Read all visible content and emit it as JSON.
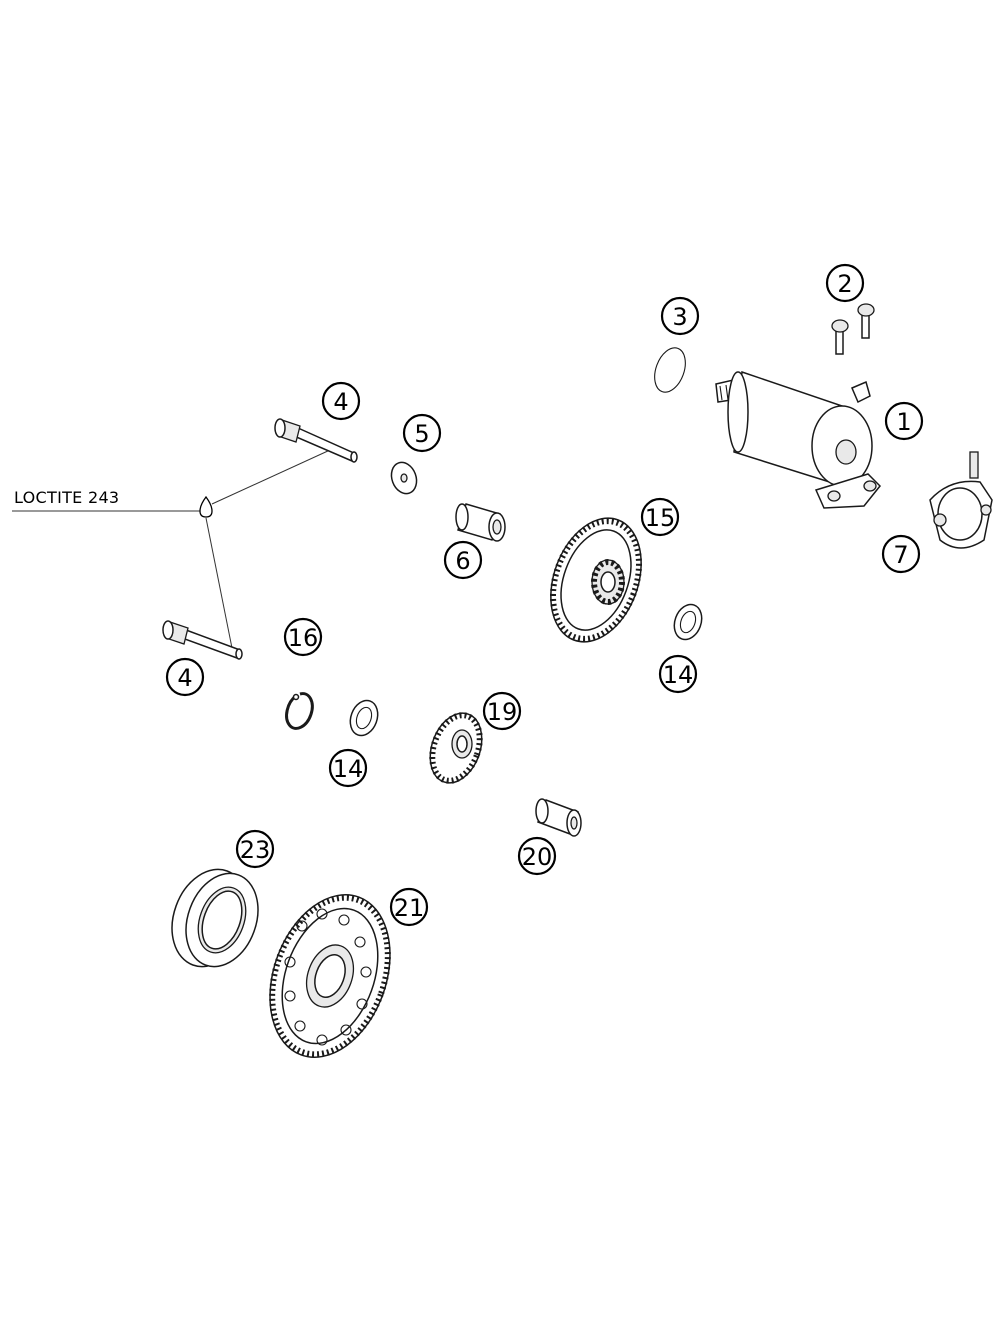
{
  "note": {
    "text": "LOCTITE 243"
  },
  "callouts": [
    {
      "id": "c1",
      "label": "1"
    },
    {
      "id": "c2",
      "label": "2"
    },
    {
      "id": "c3",
      "label": "3"
    },
    {
      "id": "c4a",
      "label": "4"
    },
    {
      "id": "c4b",
      "label": "4"
    },
    {
      "id": "c5",
      "label": "5"
    },
    {
      "id": "c6",
      "label": "6"
    },
    {
      "id": "c7",
      "label": "7"
    },
    {
      "id": "c14a",
      "label": "14"
    },
    {
      "id": "c14b",
      "label": "14"
    },
    {
      "id": "c15",
      "label": "15"
    },
    {
      "id": "c16",
      "label": "16"
    },
    {
      "id": "c19",
      "label": "19"
    },
    {
      "id": "c20",
      "label": "20"
    },
    {
      "id": "c21",
      "label": "21"
    },
    {
      "id": "c23",
      "label": "23"
    }
  ]
}
